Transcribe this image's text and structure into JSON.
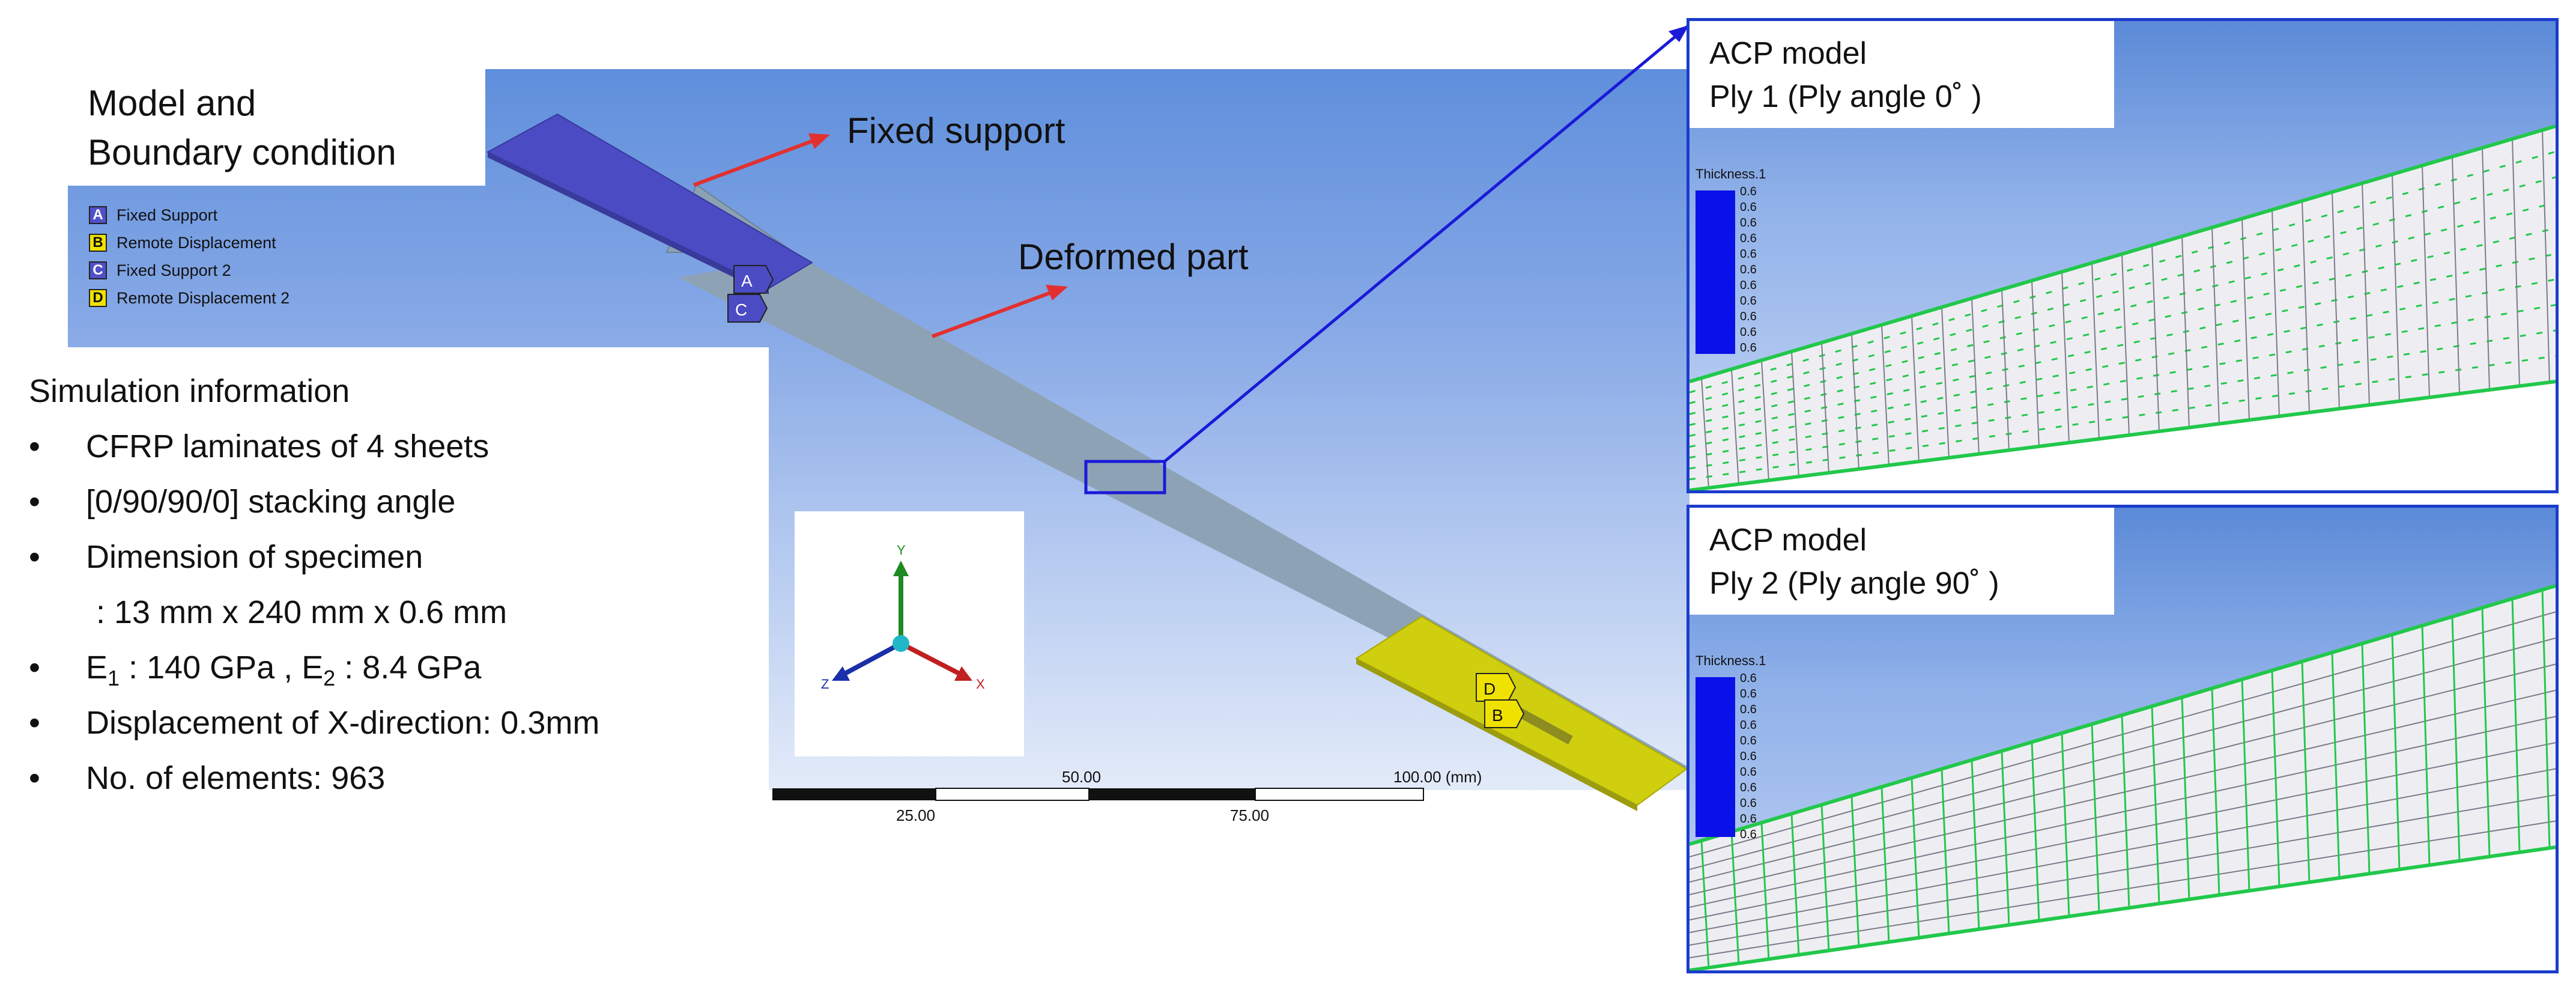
{
  "title": {
    "line1": "Model and",
    "line2": "Boundary condition"
  },
  "legend": [
    {
      "letter": "A",
      "label": "Fixed Support",
      "color": "#5050c8"
    },
    {
      "letter": "B",
      "label": "Remote Displacement",
      "color": "#f0e200"
    },
    {
      "letter": "C",
      "label": "Fixed Support 2",
      "color": "#5050c8"
    },
    {
      "letter": "D",
      "label": "Remote Displacement 2",
      "color": "#f0e200"
    }
  ],
  "callouts": {
    "fixed_support": "Fixed support",
    "deformed_part": "Deformed part"
  },
  "simulation": {
    "heading": "Simulation information",
    "bullet": "•",
    "items": [
      "CFRP laminates of 4 sheets",
      "[0/90/90/0] stacking angle",
      "Dimension of specimen",
      ": 13 mm x 240 mm x 0.6 mm",
      "E1 : 140 GPa , E2 : 8.4 GPa",
      "Displacement of X-direction: 0.3mm",
      "No. of elements: 963"
    ],
    "e_line": {
      "e": "E",
      "sub1": "1",
      "mid": " : 140 GPa , E",
      "sub2": "2",
      "end": " : 8.4 GPa"
    }
  },
  "scale_bar": {
    "t50": "50.00",
    "t100": "100.00 (mm)",
    "t25": "25.00",
    "t75": "75.00"
  },
  "axis": {
    "x": "X",
    "y": "Y",
    "z": "Z"
  },
  "markers": {
    "a": "A",
    "b": "B",
    "c": "C",
    "d": "D"
  },
  "acp1": {
    "line1": "ACP model",
    "line2": "Ply 1 (Ply angle 0˚  )",
    "thickness_title": "Thickness.1",
    "tick": "0.6"
  },
  "acp2": {
    "line1": "ACP model",
    "line2": "Ply 2 (Ply angle 90˚  )",
    "thickness_title": "Thickness.1",
    "tick": "0.6"
  },
  "colors": {
    "fixed": "#4b4bc3",
    "remote": "#cfcf10",
    "beam": "#8aa2b4",
    "arrow": "#e23030",
    "link": "#1a1ad8",
    "mesh": "#22c84b"
  }
}
